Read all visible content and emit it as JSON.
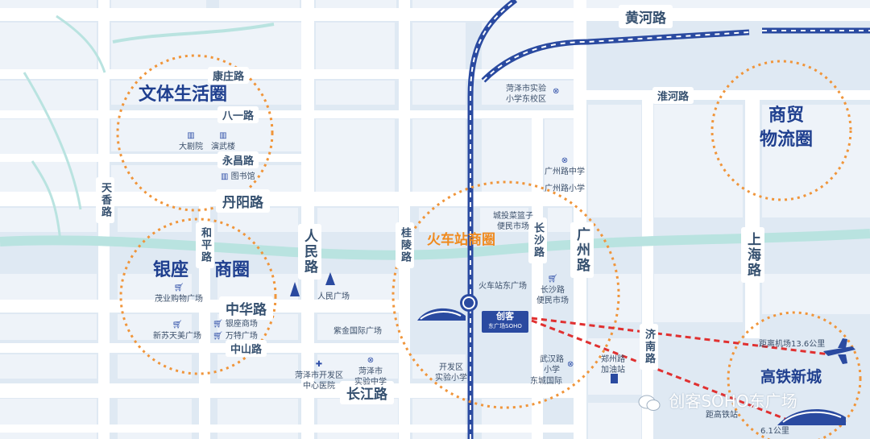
{
  "colors": {
    "background": "#dfe9f3",
    "block": "#eef3f9",
    "road": "#ffffff",
    "river": "#b9e3e0",
    "rail": "#2a4aa0",
    "zone_ring": "#f0953a",
    "route": "#e03030"
  },
  "roads": {
    "huanghe": "黄河路",
    "kangzhuang": "康庄路",
    "bayi": "八一路",
    "yongchang": "永昌路",
    "danyang": "丹阳路",
    "zhonghua": "中华路",
    "zhongshan": "中山路",
    "changjiang": "长江路",
    "huaihe": "淮河路",
    "tianxiang": "天香路",
    "heping": "和平路",
    "renmin": "人民路",
    "guiling": "桂陵路",
    "changsha": "长沙路",
    "guangzhou": "广州路",
    "jinan": "济南路",
    "shanghai": "上海路"
  },
  "zones": {
    "wenti": "文体生活圈",
    "yinzuo_1": "银座",
    "yinzuo_2": "商圈",
    "huoche": "火车站商圈",
    "shangmao_1": "商贸",
    "shangmao_2": "物流圈",
    "gaotie": "高铁新城"
  },
  "pois": {
    "dajuyuan": "大剧院",
    "yanwulou": "演武楼",
    "tushuguan": "图书馆",
    "shiyan_1": "菏泽市实验",
    "shiyan_2": "小学东校区",
    "guangzhoulu_zhongxue": "广州路中学",
    "guangzhoulu_xiaoxue": "广州路小学",
    "chengtou_1": "城投菜篮子",
    "chengtou_2": "便民市场",
    "maoye": "茂业购物广场",
    "xinsu": "新苏天美广场",
    "yinzuo_shangchang": "银座商场",
    "wante": "万特广场",
    "renmin_guangchang": "人民广场",
    "zijin": "紫金国际广场",
    "east_plaza": "火车站东广场",
    "changsha_1": "长沙路",
    "changsha_2": "便民市场",
    "wuhan_1": "武汉路",
    "wuhan_2": "小学",
    "dongcheng": "东城国际",
    "zhengzhou_1": "郑州路",
    "zhengzhou_2": "加油站",
    "kaifa_1": "开发区",
    "kaifa_2": "实验小学",
    "hospital_1": "菏泽市开发区",
    "hospital_2": "中心医院",
    "heze_1": "菏泽市",
    "heze_2": "实验中学"
  },
  "brand": {
    "line1": "创客",
    "line2": "东广场SOHO"
  },
  "routes": {
    "airport": "距离机场13.6公里",
    "hsr_name": "距高铁站",
    "hsr_dist": "6.1公里"
  },
  "watermark": "创客SOHO东广场"
}
